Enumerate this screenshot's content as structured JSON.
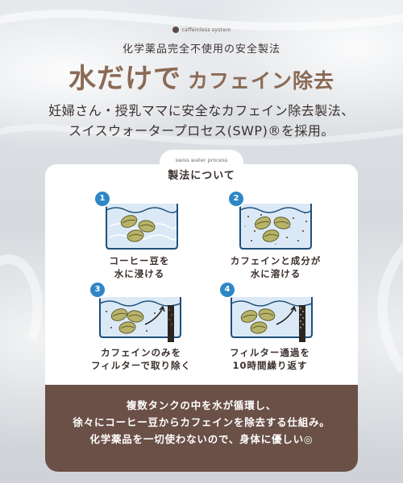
{
  "brand": {
    "name": "caffeinless system"
  },
  "header": {
    "subtitle": "化学薬品完全不使用の安全製法",
    "title_main": "水だけで",
    "title_sub": "カフェイン除去",
    "lead_line1": "妊婦さん・授乳ママに安全なカフェイン除去製法、",
    "lead_line2": "スイスウォータープロセス(SWP)®を採用。"
  },
  "process": {
    "tag": "swiss water process",
    "label": "製法について",
    "steps": [
      {
        "number": "1",
        "line1": "コーヒー豆を",
        "line2": "水に浸ける"
      },
      {
        "number": "2",
        "line1": "カフェインと成分が",
        "line2": "水に溶ける"
      },
      {
        "number": "3",
        "line1": "カフェインのみを",
        "line2": "フィルターで取り除く"
      },
      {
        "number": "4",
        "line1": "フィルター通過を",
        "line2": "10時間繰り返す"
      }
    ]
  },
  "summary": {
    "line1": "複数タンクの中を水が循環し、",
    "line2": "徐々にコーヒー豆からカフェインを除去する仕組み。",
    "line3": "化学薬品を一切使わないので、身体に優しい◎"
  },
  "colors": {
    "accent_title": "#8a6a55",
    "badge_blue": "#2e86c7",
    "summary_bg": "#6a5047",
    "water": "#cfe2f3"
  }
}
